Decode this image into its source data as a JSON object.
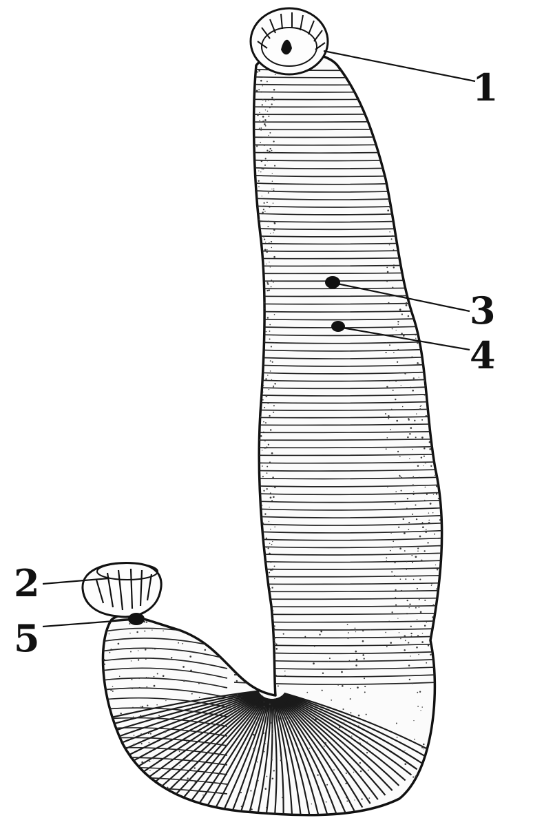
{
  "labels": [
    {
      "id": "1",
      "text": "1"
    },
    {
      "id": "2",
      "text": "2"
    },
    {
      "id": "3",
      "text": "3"
    },
    {
      "id": "4",
      "text": "4"
    },
    {
      "id": "5",
      "text": "5"
    }
  ],
  "colors": {
    "ink": "#111111",
    "paper": "#ffffff"
  },
  "icons": [
    "leech-body",
    "anterior-sucker-icon",
    "posterior-sucker-icon"
  ]
}
